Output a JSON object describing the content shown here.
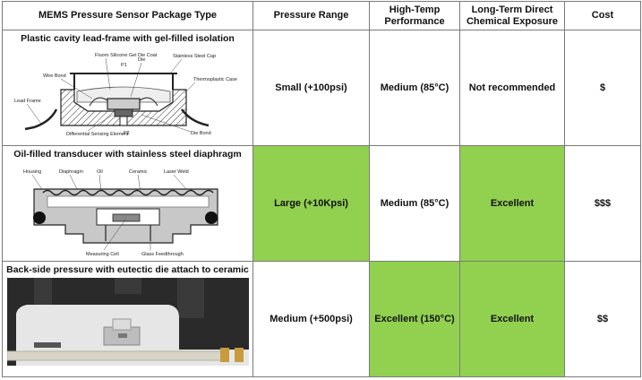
{
  "headers": {
    "type": "MEMS Pressure Sensor Package Type",
    "range": "Pressure Range",
    "temp": "High-Temp Performance",
    "chem": "Long-Term Direct Chemical Exposure",
    "cost": "Cost"
  },
  "rows": [
    {
      "title": "Plastic cavity lead-frame with gel-filled isolation",
      "range": "Small (+100psi)",
      "temp": "Medium (85°C)",
      "chem": "Not recommended",
      "cost": "$",
      "figure_labels": {
        "fluoro": "Fluoro Silicone Gel Die Coat",
        "p1": "P1",
        "die": "Die",
        "cap": "Stainless Steel Cap",
        "wire": "Wire Bond",
        "thermo": "Thermoplastic Case",
        "lead": "Lead Frame",
        "diff": "Differential Sensing Element",
        "p2": "P2",
        "diebond": "Die Bond"
      }
    },
    {
      "title": "Oil-filled transducer with stainless steel diaphragm",
      "range": "Large (+10Kpsi)",
      "temp": "Medium (85°C)",
      "chem": "Excellent",
      "cost": "$$$",
      "figure_labels": {
        "housing": "Housing",
        "diaphragm": "Diaphragm",
        "oil": "Oil",
        "ceramic": "Ceramic",
        "laser": "Laser Weld",
        "cell": "Measuring Cell",
        "glass": "Glass Feedthrough"
      }
    },
    {
      "title": "Back-side pressure with eutectic die attach to ceramic",
      "range": "Medium (+500psi)",
      "temp": "Excellent (150°C)",
      "chem": "Excellent",
      "cost": "$$"
    }
  ],
  "colors": {
    "highlight": "#92d050",
    "border": "#7a7a7a"
  }
}
